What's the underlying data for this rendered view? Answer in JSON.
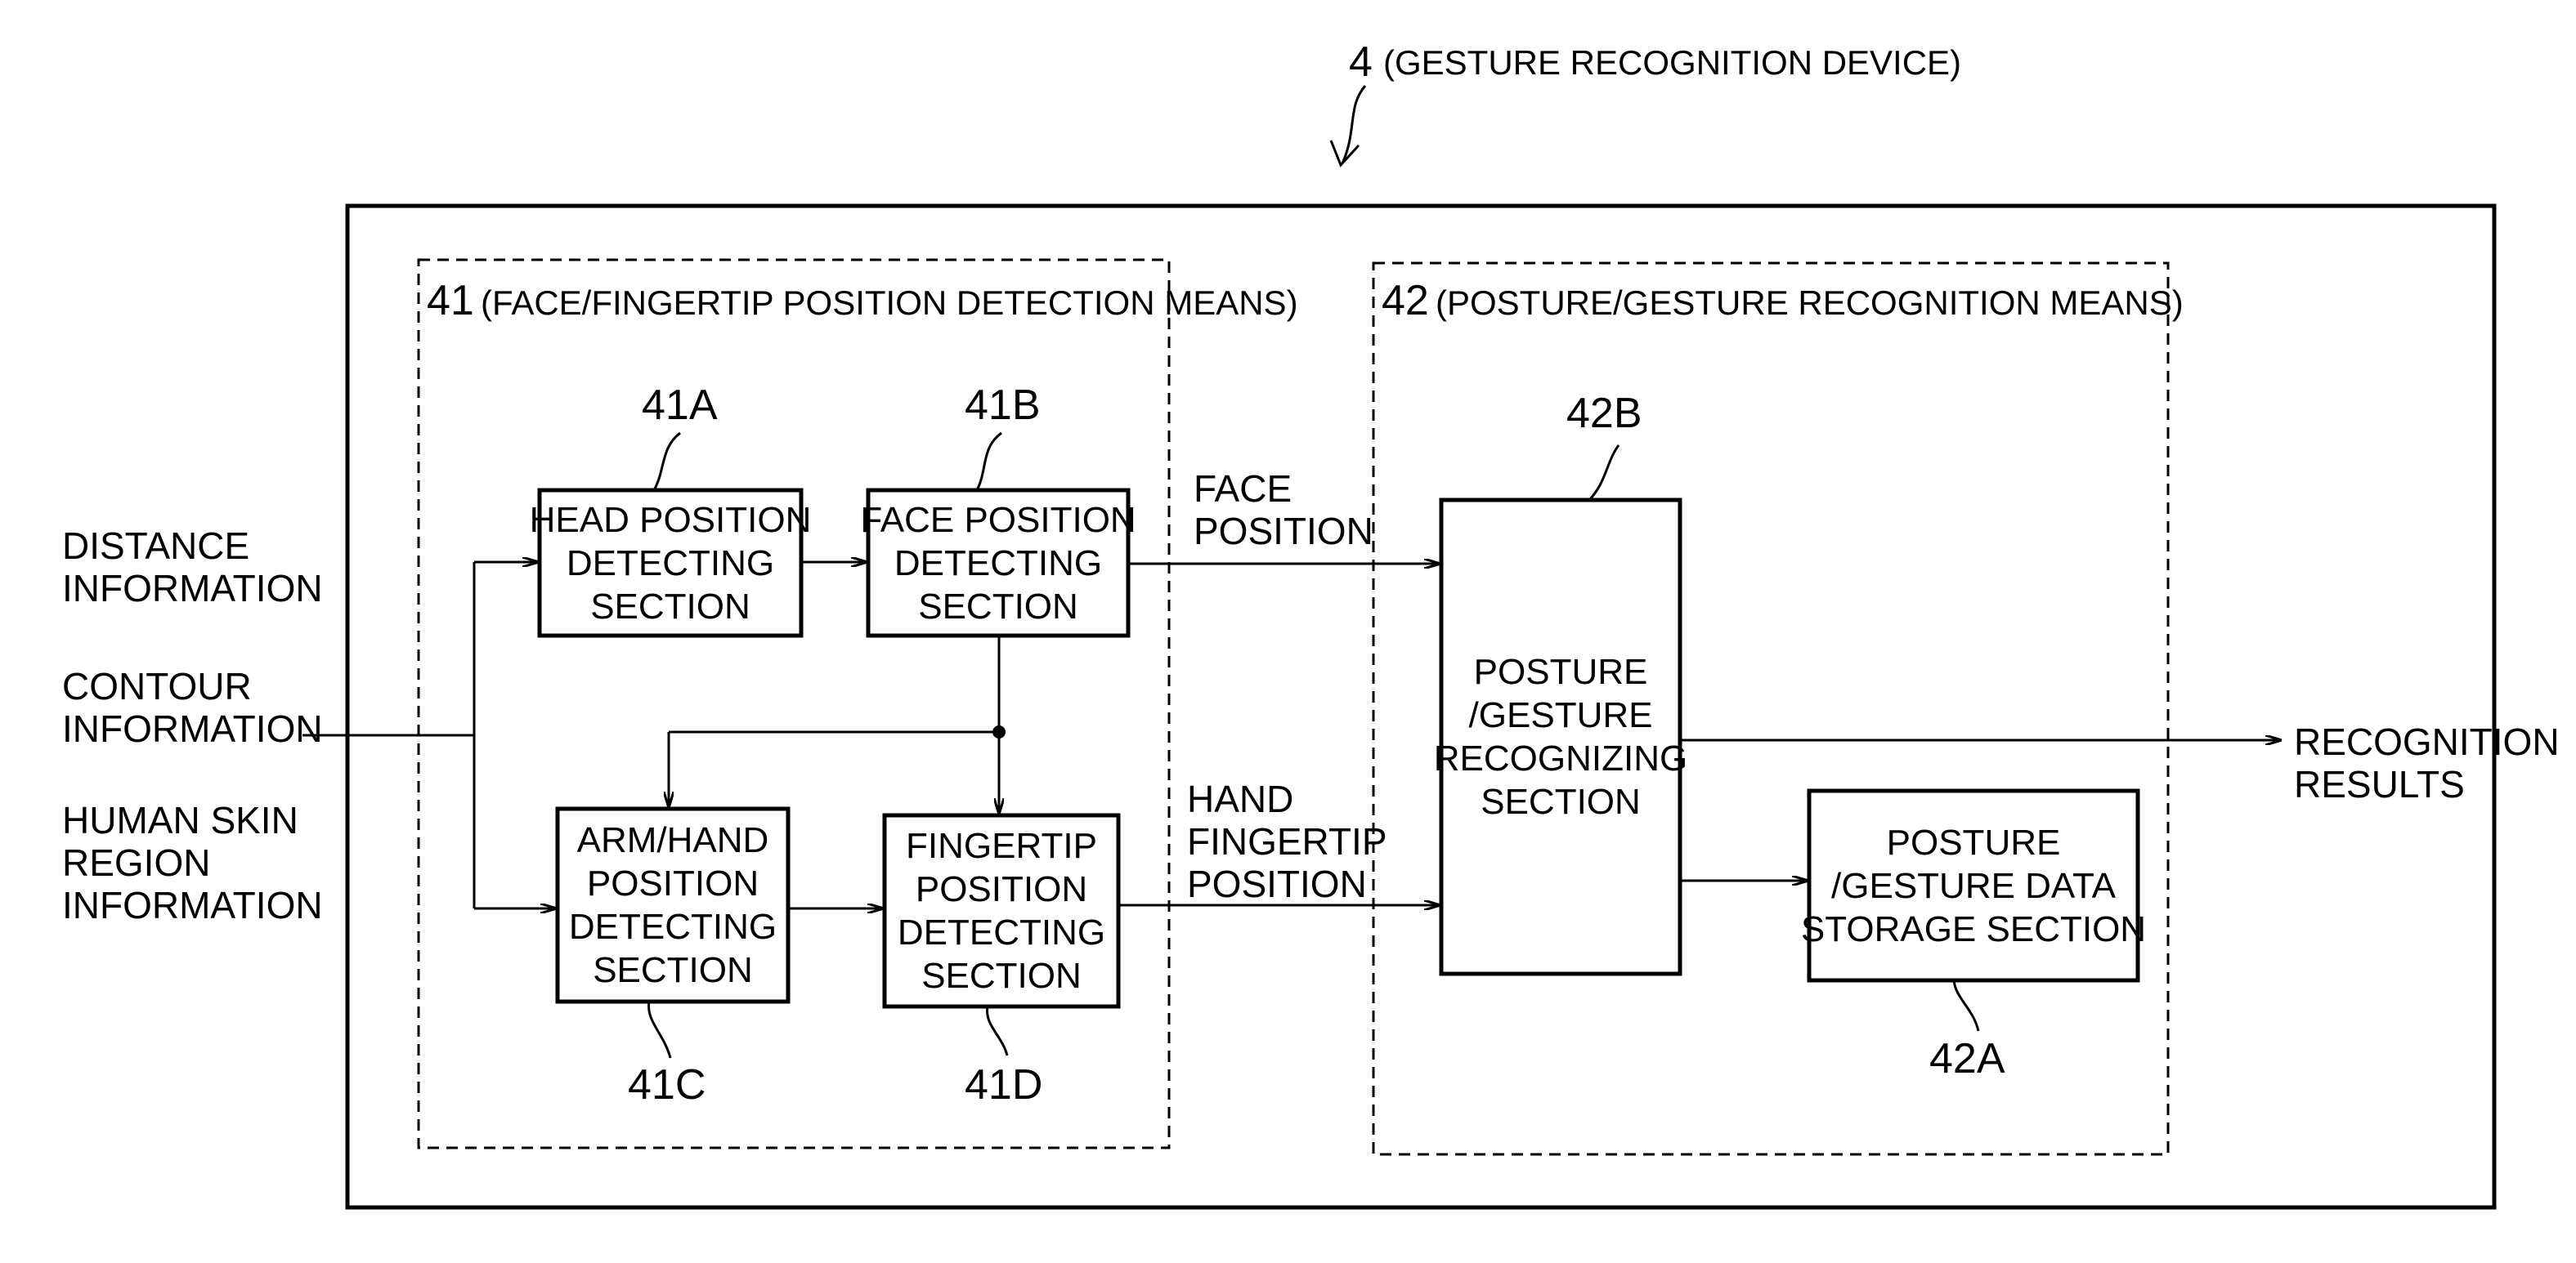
{
  "device": {
    "number": "4",
    "name": "(GESTURE RECOGNITION DEVICE)"
  },
  "group41": {
    "number": "41",
    "name": "(FACE/FINGERTIP POSITION DETECTION MEANS)"
  },
  "group42": {
    "number": "42",
    "name": "(POSTURE/GESTURE RECOGNITION MEANS)"
  },
  "blocks": {
    "b41A": {
      "ref": "41A",
      "label": "HEAD POSITION\nDETECTING\nSECTION"
    },
    "b41B": {
      "ref": "41B",
      "label": "FACE POSITION\nDETECTING\nSECTION"
    },
    "b41C": {
      "ref": "41C",
      "label": "ARM/HAND\nPOSITION\nDETECTING\nSECTION"
    },
    "b41D": {
      "ref": "41D",
      "label": "FINGERTIP\nPOSITION\nDETECTING\nSECTION"
    },
    "b42B": {
      "ref": "42B",
      "label": "POSTURE\n/GESTURE\nRECOGNIZING\nSECTION"
    },
    "b42A": {
      "ref": "42A",
      "label": "POSTURE\n/GESTURE DATA\nSTORAGE SECTION"
    }
  },
  "inputs": {
    "distance": "DISTANCE\nINFORMATION",
    "contour": "CONTOUR\nINFORMATION",
    "skin": "HUMAN SKIN\nREGION\nINFORMATION"
  },
  "signals": {
    "face_position": "FACE\nPOSITION",
    "hand_fingertip_position": "HAND\nFINGERTIP\nPOSITION"
  },
  "output": {
    "recognition_results": "RECOGNITION\nRESULTS"
  }
}
